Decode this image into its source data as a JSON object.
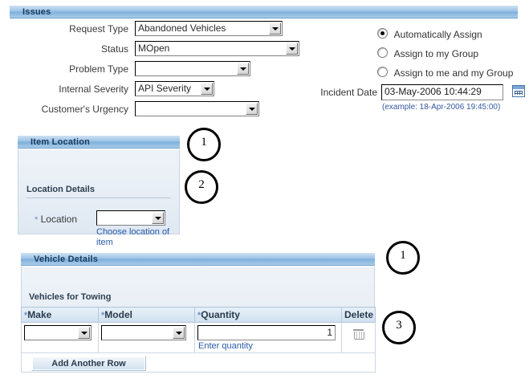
{
  "issues": {
    "title": "Issues",
    "fields": [
      {
        "label": "Request Type",
        "value": "Abandoned Vehicles",
        "control": "select"
      },
      {
        "label": "Status",
        "value": "MOpen",
        "control": "select"
      },
      {
        "label": "Problem Type",
        "value": "",
        "control": "select"
      },
      {
        "label": "Internal Severity",
        "value": "API Severity",
        "control": "select"
      },
      {
        "label": "Customer's Urgency",
        "value": "",
        "control": "select"
      }
    ],
    "assign_options": [
      {
        "label": "Automatically Assign",
        "selected": true
      },
      {
        "label": "Assign to my Group",
        "selected": false
      },
      {
        "label": "Assign to me and my Group",
        "selected": false
      }
    ],
    "incident_date": {
      "label": "Incident Date",
      "value": "03-May-2006 10:44:29",
      "example": "(example: 18-Apr-2006 19:45:00)",
      "calendar_icon": "calendar-icon"
    }
  },
  "item_location": {
    "title": "Item Location",
    "section_title": "Location Details",
    "location_label": "Location",
    "required_marker": "*",
    "location_value": "",
    "location_hint": "Choose location of item"
  },
  "vehicle_details": {
    "title": "Vehicle Details",
    "section_title": "Vehicles for Towing",
    "columns": [
      "Make",
      "Model",
      "Quantity",
      "Delete"
    ],
    "required_columns": [
      "Make",
      "Model",
      "Quantity"
    ],
    "rows": [
      {
        "make": "",
        "model": "",
        "quantity": "1",
        "quantity_hint": "Enter quantity",
        "delete_icon": "trash-icon"
      }
    ],
    "add_row_label": "Add Another Row"
  },
  "annotations": [
    {
      "id": "1",
      "target": "item-location-header"
    },
    {
      "id": "2",
      "target": "location-details-section"
    },
    {
      "id": "1",
      "target": "vehicle-details-header"
    },
    {
      "id": "3",
      "target": "delete-row-icon"
    }
  ],
  "colors": {
    "header_blue": "#9cc3e5",
    "header_text": "#1b3a5c",
    "link_blue": "#2a5ca8",
    "body_bg": "#e6edf5"
  }
}
